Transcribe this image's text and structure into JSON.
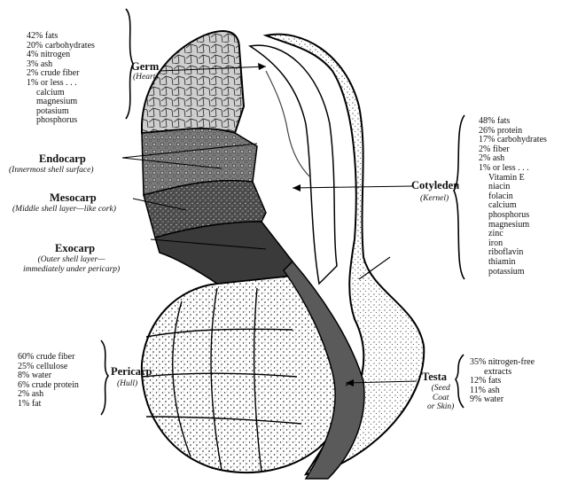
{
  "germ": {
    "title": "Germ",
    "subtitle": "(Heart)",
    "items": [
      "42% fats",
      "20% carbohydrates",
      "4% nitrogen",
      "3% ash",
      "2% crude fiber",
      "1% or less . . ."
    ],
    "sub_items": [
      "calcium",
      "magnesium",
      "potasium",
      "phosphorus"
    ]
  },
  "endocarp": {
    "title": "Endocarp",
    "subtitle": "(Innermost shell surface)"
  },
  "mesocarp": {
    "title": "Mesocarp",
    "subtitle": "(Middle shell layer—like cork)"
  },
  "exocarp": {
    "title": "Exocarp",
    "subtitle_lines": [
      "(Outer shell layer—",
      "immediately under pericarp)"
    ]
  },
  "cotyledon": {
    "title": "Cotyleden",
    "subtitle": "(Kernel)",
    "items": [
      "48% fats",
      "26% protein",
      "17% carbohydrates",
      "2% fiber",
      "2% ash",
      "1% or less . . ."
    ],
    "sub_items": [
      "Vitamin E",
      "niacin",
      "folacin",
      "calcium",
      "phosphorus",
      "magnesium",
      "zinc",
      "iron",
      "riboflavin",
      "thiamin",
      "potassium"
    ]
  },
  "pericarp": {
    "title": "Pericarp",
    "subtitle": "(Hull)",
    "items": [
      "60% crude fiber",
      "25% cellulose",
      "8% water",
      "6% crude protein",
      "2% ash",
      "1% fat"
    ]
  },
  "testa": {
    "title": "Testa",
    "subtitle_lines": [
      "(Seed",
      "Coat",
      "or Skin)"
    ],
    "items": [
      "35% nitrogen-free"
    ],
    "sub_items": [
      "extracts"
    ],
    "items2": [
      "12% fats",
      "11% ash",
      "9% water"
    ]
  }
}
